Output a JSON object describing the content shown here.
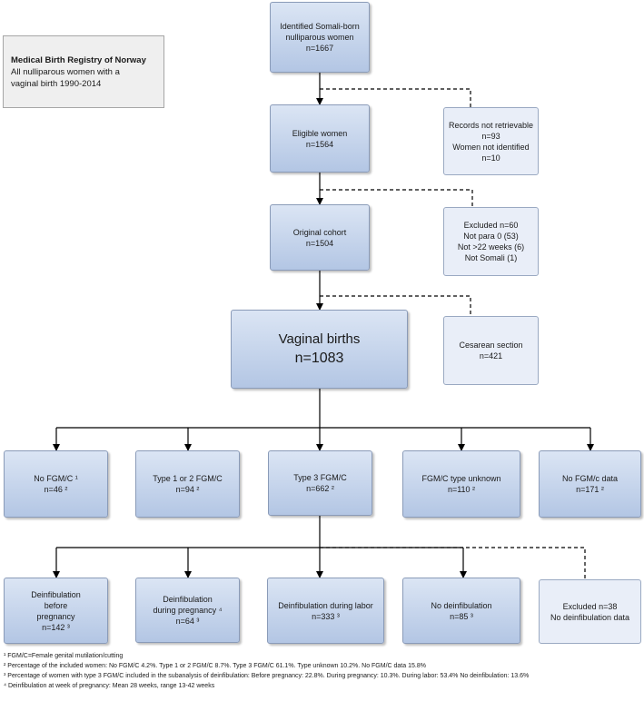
{
  "registry": {
    "title": "Medical Birth Registry of Norway",
    "lines": [
      "All nulliparous women with a",
      "vaginal birth 1990-2014"
    ]
  },
  "nodes": {
    "identified": {
      "lines": [
        "Identified Somali-born",
        "nulliparous women",
        "n=1667"
      ]
    },
    "records": {
      "lines": [
        "Records not retrievable",
        "n=93",
        "Women not identified n=10"
      ]
    },
    "eligible": {
      "lines": [
        "Eligible women",
        "n=1564"
      ]
    },
    "excluded1": {
      "lines": [
        "Excluded n=60",
        "Not para 0 (53)",
        "Not >22 weeks (6)",
        "Not Somali (1)"
      ]
    },
    "original": {
      "lines": [
        "Original cohort",
        "n=1504"
      ]
    },
    "vaginal": {
      "title": "Vaginal births",
      "n": "n=1083"
    },
    "cesarean": {
      "lines": [
        "Cesarean section",
        "n=421"
      ]
    },
    "nofgm": {
      "lines": [
        "No FGM/C ¹",
        "n=46 ²"
      ]
    },
    "type12": {
      "lines": [
        "Type 1 or 2 FGM/C",
        "n=94 ²"
      ]
    },
    "type3": {
      "lines": [
        "Type 3 FGM/C",
        "n=662 ²"
      ]
    },
    "unknown": {
      "lines": [
        "FGM/C type unknown",
        "n=110 ²"
      ]
    },
    "nodata": {
      "lines": [
        "No FGM/c data",
        "n=171 ²"
      ]
    },
    "before": {
      "lines": [
        "Deinfibulation",
        "before",
        "pregnancy",
        "n=142 ³"
      ]
    },
    "during": {
      "lines": [
        "Deinfibulation",
        "during pregnancy ⁴",
        "n=64 ³"
      ]
    },
    "labor": {
      "lines": [
        "Deinfibulation during labor",
        "n=333 ³"
      ]
    },
    "nodeinf": {
      "lines": [
        "No deinfibulation",
        "n=85 ³"
      ]
    },
    "excluded2": {
      "lines": [
        "Excluded n=38",
        "No deinfibulation data"
      ]
    }
  },
  "footnotes": [
    "¹ FGM/C=Female genital mutilation/cutting",
    "² Percentage of the included women: No FGM/C 4.2%. Type 1 or 2 FGM/C 8.7%. Type 3 FGM/C 61.1%. Type unknown 10.2%. No FGM/C data 15.8%",
    "³ Percentage of women with type 3 FGM/C included in the subanalysis of deinfibulation: Before pregnancy: 22.8%. During pregnancy: 10.3%. During labor: 53.4% No deinfibulation: 13.6%",
    "⁴ Deinfibulation at week of pregnancy: Mean 28 weeks, range 13-42 weeks"
  ],
  "colors": {
    "box_top": "#dbe5f4",
    "box_bottom": "#b3c6e4",
    "border": "#8a9bb8",
    "side": "#e9eef8",
    "registry": "#efefef"
  }
}
